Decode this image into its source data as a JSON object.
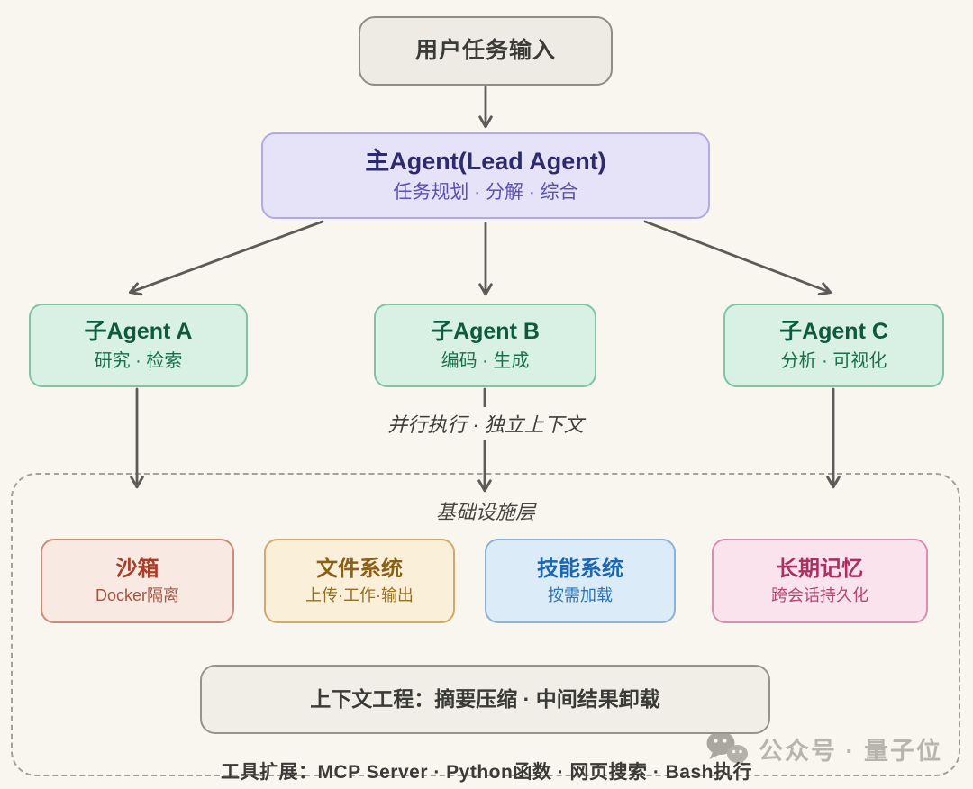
{
  "diagram": {
    "user_input": {
      "title": "用户任务输入"
    },
    "lead_agent": {
      "title": "主Agent(Lead Agent)",
      "subtitle": "任务规划 · 分解 · 综合"
    },
    "sub_agents": [
      {
        "title": "子Agent A",
        "subtitle": "研究 · 检索"
      },
      {
        "title": "子Agent B",
        "subtitle": "编码 · 生成"
      },
      {
        "title": "子Agent C",
        "subtitle": "分析 · 可视化"
      }
    ],
    "parallel_note": "并行执行 · 独立上下文",
    "infrastructure": {
      "label": "基础设施层",
      "boxes": [
        {
          "title": "沙箱",
          "subtitle": "Docker隔离"
        },
        {
          "title": "文件系统",
          "subtitle": "上传·工作·输出"
        },
        {
          "title": "技能系统",
          "subtitle": "按需加载"
        },
        {
          "title": "长期记忆",
          "subtitle": "跨会话持久化"
        }
      ]
    },
    "context_engineering": {
      "title": "上下文工程：摘要压缩 · 中间结果卸载"
    },
    "tools_note": "工具扩展：MCP Server · Python函数 · 网页搜索 · Bash执行",
    "watermark": {
      "icon": "wechat-icon",
      "text": "公众号 · 量子位"
    },
    "colors": {
      "background": "#f8f6ef",
      "arrow": "#5c5b57",
      "lead_fill": "#e6e3f8",
      "lead_border": "#b2aae3",
      "lead_text": "#2d2a6e",
      "sub_fill": "#d9f0e4",
      "sub_border": "#82c2a5",
      "sub_text": "#0e5a40",
      "sandbox_fill": "#f9e9e3",
      "sandbox_text": "#a63e29",
      "filesystem_fill": "#faefd8",
      "filesystem_text": "#8a5f18",
      "skills_fill": "#dcebf8",
      "skills_text": "#1c66af",
      "memory_fill": "#fae3ec",
      "memory_text": "#ab3061",
      "neutral_fill": "#edebe4",
      "neutral_border": "#8e8d86",
      "dashed_border": "#a3a19a",
      "watermark": "#b7b5ad"
    }
  }
}
